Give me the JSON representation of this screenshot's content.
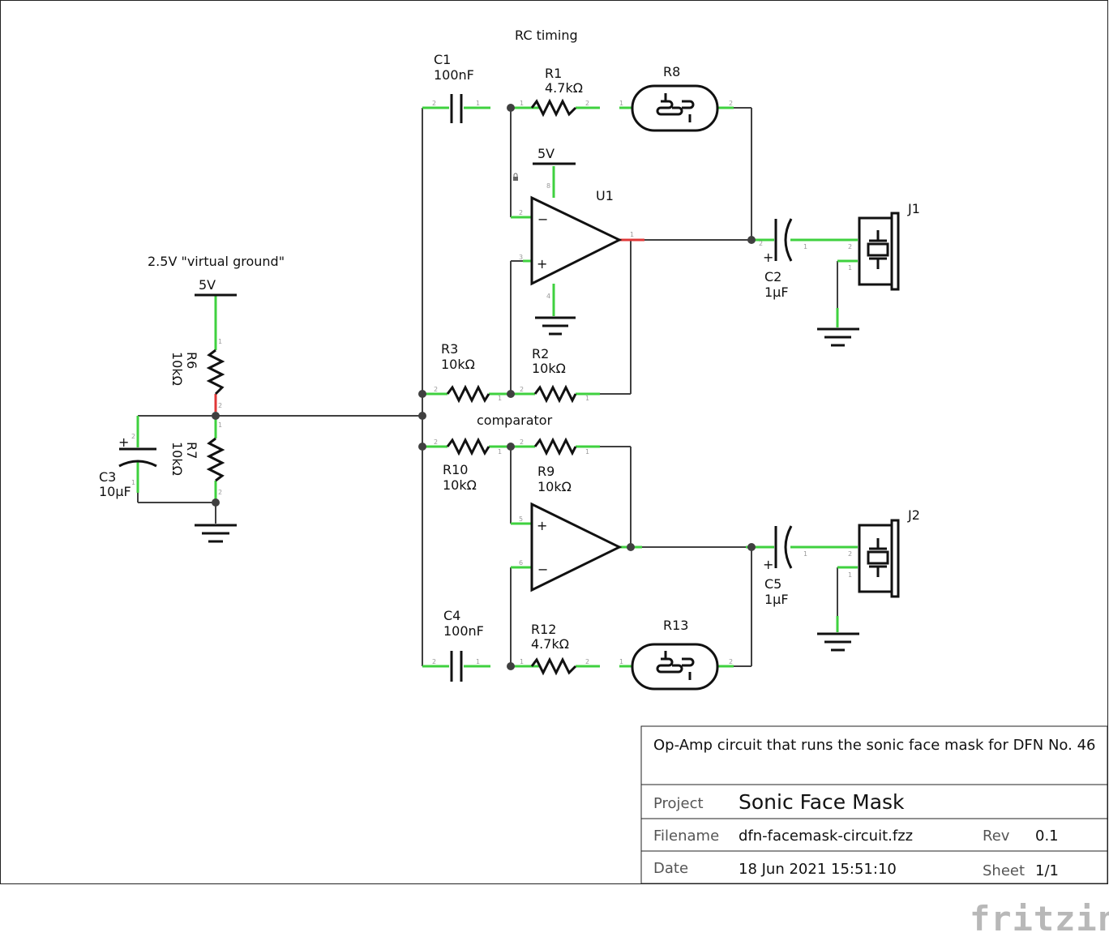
{
  "labels": {
    "rc_timing": "RC timing",
    "comparator": "comparator",
    "virtual_ground": "2.5V \"virtual ground\""
  },
  "components": {
    "c1": {
      "ref": "C1",
      "value": "100nF"
    },
    "r1": {
      "ref": "R1",
      "value": "4.7kΩ"
    },
    "r8": {
      "ref": "R8"
    },
    "u1": {
      "ref": "U1"
    },
    "j1": {
      "ref": "J1"
    },
    "c2": {
      "ref": "C2",
      "value": "1µF"
    },
    "r3": {
      "ref": "R3",
      "value": "10kΩ"
    },
    "r2": {
      "ref": "R2",
      "value": "10kΩ"
    },
    "r6": {
      "ref": "R6",
      "value": "10kΩ"
    },
    "r7": {
      "ref": "R7",
      "value": "10kΩ"
    },
    "c3": {
      "ref": "C3",
      "value": "10µF"
    },
    "r10": {
      "ref": "R10",
      "value": "10kΩ"
    },
    "r9": {
      "ref": "R9",
      "value": "10kΩ"
    },
    "j2": {
      "ref": "J2"
    },
    "c5": {
      "ref": "C5",
      "value": "1µF"
    },
    "c4": {
      "ref": "C4",
      "value": "100nF"
    },
    "r12": {
      "ref": "R12",
      "value": "4.7kΩ"
    },
    "r13": {
      "ref": "R13"
    }
  },
  "power": {
    "vcc_u1": "5V",
    "vcc_divider": "5V"
  },
  "opamp_signs": {
    "minus": "−",
    "plus": "+"
  },
  "title_block": {
    "description": "Op-Amp circuit that runs the sonic face mask for DFN No. 46",
    "project_label": "Project",
    "project_value": "Sonic Face Mask",
    "filename_label": "Filename",
    "filename_value": "dfn-facemask-circuit.fzz",
    "rev_label": "Rev",
    "rev_value": "0.1",
    "date_label": "Date",
    "date_value": "18 Jun 2021 15:51:10",
    "sheet_label": "Sheet",
    "sheet_value": "1/1"
  },
  "brand": "fritzing"
}
